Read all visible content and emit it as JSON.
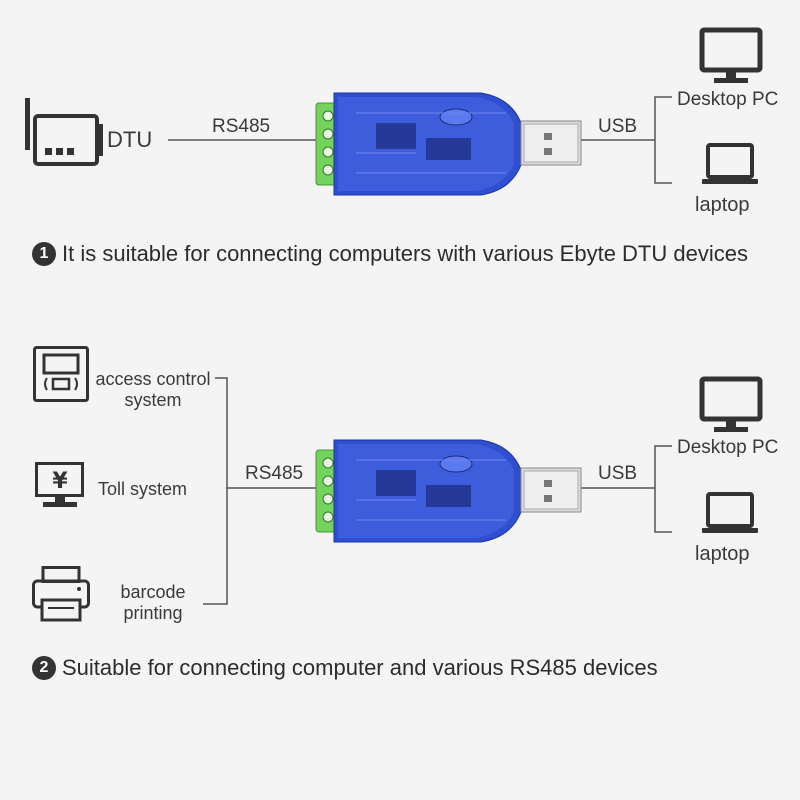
{
  "section1": {
    "dtu_label": "DTU",
    "rs485_label": "RS485",
    "usb_label": "USB",
    "desktop_label": "Desktop PC",
    "laptop_label": "laptop",
    "caption_number": "1",
    "caption_text": "It is suitable for connecting computers with various Ebyte DTU devices"
  },
  "section2": {
    "access_label": "access control system",
    "toll_label": "Toll system",
    "barcode_label": "barcode printing",
    "rs485_label": "RS485",
    "usb_label": "USB",
    "desktop_label": "Desktop PC",
    "laptop_label": "laptop",
    "toll_symbol": "¥",
    "caption_number": "2",
    "caption_text": "Suitable for connecting computer and various RS485 devices"
  },
  "colors": {
    "background": "#f4f4f4",
    "line": "#555555",
    "device_blue": "#2f4fd0",
    "terminal_green": "#6fcf5a",
    "usb_metal": "#d8d8d8"
  }
}
